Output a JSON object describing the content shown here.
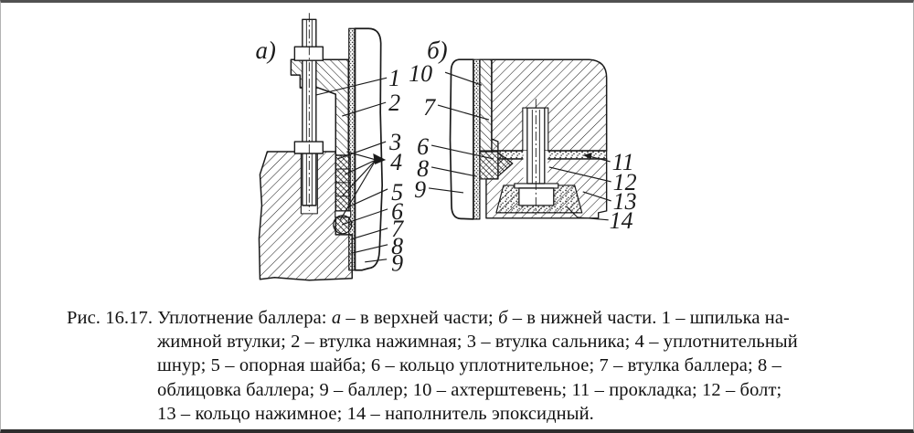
{
  "figure": {
    "colors": {
      "ink": "#1a1a1a",
      "paper": "#ffffff"
    },
    "view_a": {
      "label": "а)",
      "callouts": [
        "1",
        "2",
        "3",
        "4",
        "5",
        "6",
        "7",
        "8",
        "9"
      ]
    },
    "view_b": {
      "label": "б)",
      "callouts_left": [
        "10",
        "7",
        "6",
        "8",
        "9"
      ],
      "callouts_right": [
        "11",
        "12",
        "13",
        "14"
      ]
    },
    "caption": {
      "line1_segments": [
        {
          "text": "Рис. 16.17. Уплотнение баллера: ",
          "italic": false
        },
        {
          "text": "а",
          "italic": true
        },
        {
          "text": " – в верхней части; ",
          "italic": false
        },
        {
          "text": "б",
          "italic": true
        },
        {
          "text": " – в нижней части. 1 – шпилька на-",
          "italic": false
        }
      ],
      "lines_rest": [
        "жимной втулки; 2 – втулка нажимная; 3 – втулка сальника; 4 – уплотнительный",
        "шнур; 5 – опорная шайба; 6 – кольцо уплотнительное; 7 – втулка баллера; 8 –",
        "облицовка баллера; 9 – баллер; 10 – ахтерштевень; 11 – прокладка; 12 – болт;",
        "13 – кольцо нажимное; 14 – наполнитель эпоксидный."
      ]
    }
  }
}
